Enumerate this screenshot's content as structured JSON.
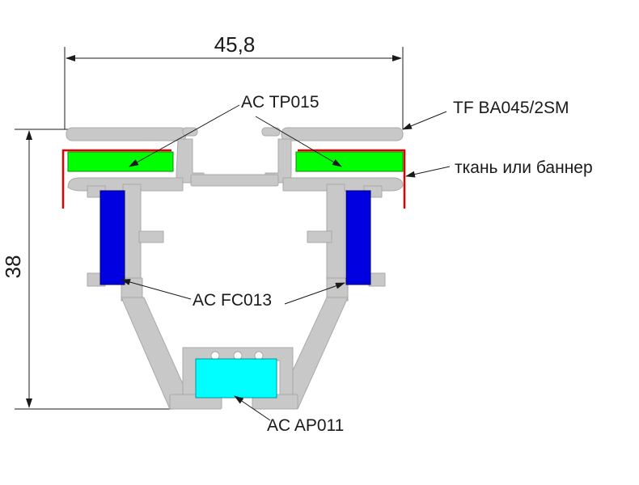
{
  "dimensions": {
    "width_label": "45,8",
    "height_label": "38"
  },
  "callouts": {
    "tp015": "AC TP015",
    "ba045": "TF BA045/2SM",
    "fabric": "ткань или баннер",
    "fc013": "AC FC013",
    "ap011": "AC AP011"
  },
  "colors": {
    "profile": "#c8c8c8",
    "profile_edge": "#a8a8a8",
    "insert_green": "#00ff00",
    "insert_blue": "#0000e0",
    "insert_cyan": "#00ffff",
    "fabric_red": "#e00000",
    "line": "#1a1a1a"
  }
}
